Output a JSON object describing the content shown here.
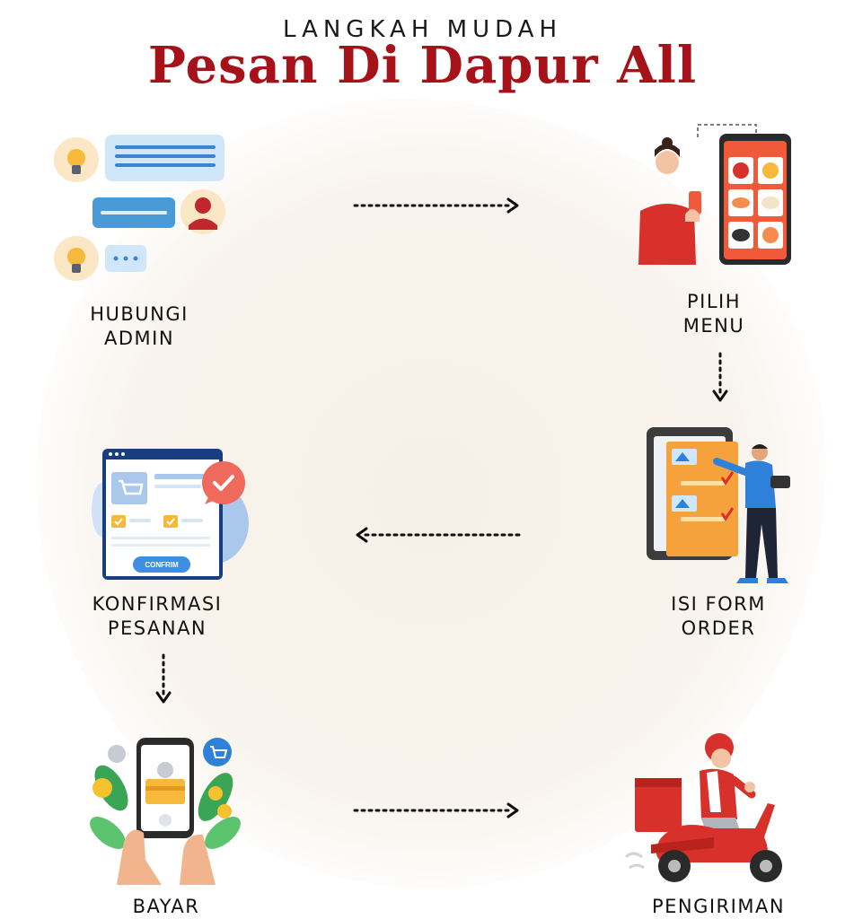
{
  "header": {
    "subtitle": "LANGKAH MUDAH",
    "title": "Pesan Di Dapur All"
  },
  "steps": [
    {
      "line1": "HUBUNGI",
      "line2": "ADMIN",
      "icon": "chat-icon"
    },
    {
      "line1": "PILIH",
      "line2": "MENU",
      "icon": "menu-phone-icon"
    },
    {
      "line1": "ISI FORM",
      "line2": "ORDER",
      "icon": "form-icon"
    },
    {
      "line1": "KONFIRMASI",
      "line2": "PESANAN",
      "icon": "confirm-icon"
    },
    {
      "line1": "BAYAR",
      "line2": "",
      "icon": "payment-icon"
    },
    {
      "line1": "PENGIRIMAN",
      "line2": "",
      "icon": "delivery-scooter-icon"
    }
  ],
  "confirm_button_label": "CONFRIM",
  "colors": {
    "title_red": "#a5121a",
    "accent_red": "#d8302a",
    "accent_blue": "#2f80d8",
    "light_blue": "#cfe7f8",
    "yellow": "#f6b93b"
  }
}
